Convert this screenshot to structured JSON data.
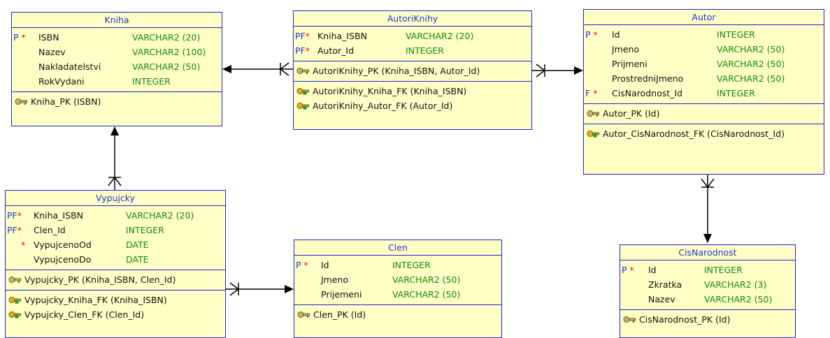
{
  "entities": {
    "kniha": {
      "name": "Kniha",
      "columns": [
        {
          "flag": "P",
          "star": "*",
          "name": "ISBN",
          "type": "VARCHAR2 (20)"
        },
        {
          "flag": "",
          "star": "",
          "name": "Nazev",
          "type": "VARCHAR2 (100)"
        },
        {
          "flag": "",
          "star": "",
          "name": "Nakladatelstvi",
          "type": "VARCHAR2 (50)"
        },
        {
          "flag": "",
          "star": "",
          "name": "RokVydani",
          "type": "INTEGER"
        }
      ],
      "pk": "Kniha_PK (ISBN)",
      "fks": []
    },
    "autori_knihy": {
      "name": "AutoriKnihy",
      "columns": [
        {
          "flag": "PF",
          "star": "*",
          "name": "Kniha_ISBN",
          "type": "VARCHAR2 (20)"
        },
        {
          "flag": "PF",
          "star": "*",
          "name": "Autor_Id",
          "type": "INTEGER"
        }
      ],
      "pk": "AutoriKnihy_PK (Kniha_ISBN, Autor_Id)",
      "fks": [
        "AutoriKnihy_Kniha_FK (Kniha_ISBN)",
        "AutoriKnihy_Autor_FK (Autor_Id)"
      ]
    },
    "autor": {
      "name": "Autor",
      "columns": [
        {
          "flag": "P",
          "star": "*",
          "name": "Id",
          "type": "INTEGER"
        },
        {
          "flag": "",
          "star": "",
          "name": "Jmeno",
          "type": "VARCHAR2 (50)"
        },
        {
          "flag": "",
          "star": "",
          "name": "Prijmeni",
          "type": "VARCHAR2 (50)"
        },
        {
          "flag": "",
          "star": "",
          "name": "ProstredniJmeno",
          "type": "VARCHAR2 (50)"
        },
        {
          "flag": "F",
          "star": "*",
          "name": "CisNarodnost_Id",
          "type": "INTEGER"
        }
      ],
      "pk": "Autor_PK (Id)",
      "fks": [
        "Autor_CisNarodnost_FK (CisNarodnost_Id)"
      ]
    },
    "vypujcky": {
      "name": "Vypujcky",
      "columns": [
        {
          "flag": "PF",
          "star": "*",
          "name": "Kniha_ISBN",
          "type": "VARCHAR2 (20)"
        },
        {
          "flag": "PF",
          "star": "*",
          "name": "Clen_Id",
          "type": "INTEGER"
        },
        {
          "flag": "",
          "star": "*",
          "name": "VypujcenoOd",
          "type": "DATE"
        },
        {
          "flag": "",
          "star": "",
          "name": "VypujcenoDo",
          "type": "DATE"
        }
      ],
      "pk": "Vypujcky_PK (Kniha_ISBN, Clen_Id)",
      "fks": [
        "Vypujcky_Kniha_FK (Kniha_ISBN)",
        "Vypujcky_Clen_FK (Clen_Id)"
      ]
    },
    "clen": {
      "name": "Clen",
      "columns": [
        {
          "flag": "P",
          "star": "*",
          "name": "Id",
          "type": "INTEGER"
        },
        {
          "flag": "",
          "star": "",
          "name": "Jmeno",
          "type": "VARCHAR2 (50)"
        },
        {
          "flag": "",
          "star": "",
          "name": "Prijemeni",
          "type": "VARCHAR2 (50)"
        }
      ],
      "pk": "Clen_PK (Id)",
      "fks": []
    },
    "cis_narodnost": {
      "name": "CisNarodnost",
      "columns": [
        {
          "flag": "P",
          "star": "*",
          "name": "Id",
          "type": "INTEGER"
        },
        {
          "flag": "",
          "star": "",
          "name": "Zkratka",
          "type": "VARCHAR2 (3)"
        },
        {
          "flag": "",
          "star": "",
          "name": "Nazev",
          "type": "VARCHAR2 (50)"
        }
      ],
      "pk": "CisNarodnost_PK (Id)",
      "fks": []
    }
  },
  "relationships": [
    {
      "from": "autori_knihy",
      "to": "kniha"
    },
    {
      "from": "autori_knihy",
      "to": "autor"
    },
    {
      "from": "vypujcky",
      "to": "kniha"
    },
    {
      "from": "vypujcky",
      "to": "clen"
    },
    {
      "from": "autor",
      "to": "cis_narodnost"
    }
  ],
  "colors": {
    "box_fill": "#ffffc6",
    "border": "#2222cc",
    "title_text": "#2233cc",
    "type_text": "#118811",
    "mandatory_star": "#dd1111"
  }
}
